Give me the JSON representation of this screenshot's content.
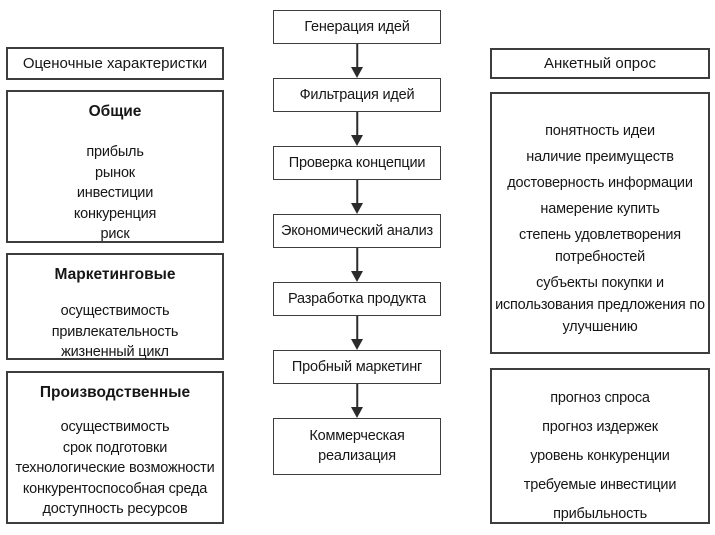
{
  "left_panel": {
    "header": "Оценочные характеристки",
    "groups": [
      {
        "title": "Общие",
        "items": [
          "прибыль",
          "рынок",
          "инвестиции",
          "конкуренция",
          "риск"
        ]
      },
      {
        "title": "Маркетинговые",
        "items": [
          "осуществимость",
          "привлекательность",
          "жизненный цикл"
        ]
      },
      {
        "title": "Производственные",
        "items": [
          "осуществимость",
          "срок подготовки",
          "технологические возможности",
          "конкурентоспособная среда",
          "доступность ресурсов"
        ]
      }
    ]
  },
  "flow": {
    "steps": [
      {
        "label": "Генерация идей"
      },
      {
        "label": "Фильтрация идей"
      },
      {
        "label": "Проверка концепции"
      },
      {
        "label": "Экономический анализ"
      },
      {
        "label": "Разработка продукта"
      },
      {
        "label": "Пробный маркетинг"
      },
      {
        "label": "Коммерческая реализация"
      }
    ]
  },
  "right_panel": {
    "header": "Анкетный опрос",
    "groups": [
      {
        "items": [
          "понятность идеи",
          "наличие преимуществ",
          "достоверность информации",
          "намерение купить",
          "степень удовлетворения потребностей",
          "субъекты покупки и использования предложения по улучшению"
        ]
      },
      {
        "items": [
          "прогноз спроса",
          "прогноз издержек",
          "уровень конкуренции",
          "требуемые инвестиции",
          "прибыльность"
        ]
      }
    ]
  },
  "colors": {
    "background": "#ffffff",
    "box_border": "#3d3d3d",
    "text": "#161616",
    "arrow": "#2b2b2b"
  }
}
